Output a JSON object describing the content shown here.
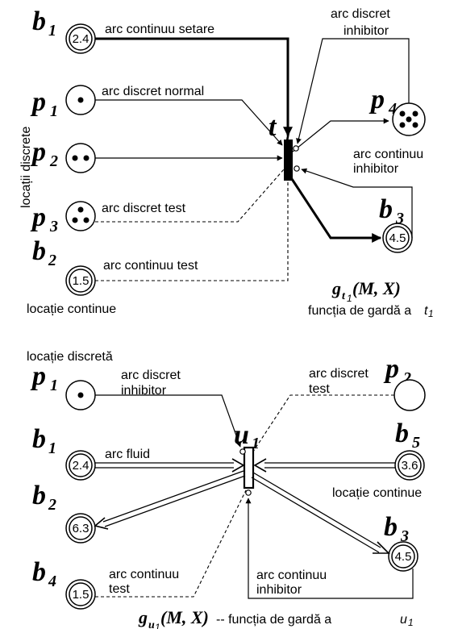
{
  "top": {
    "places": {
      "b1": {
        "letter": "b",
        "index": "1",
        "value": "2.4"
      },
      "p1": {
        "letter": "p",
        "index": "1"
      },
      "p2": {
        "letter": "p",
        "index": "2"
      },
      "p3": {
        "letter": "p",
        "index": "3"
      },
      "b2": {
        "letter": "b",
        "index": "2",
        "value": "1.5"
      },
      "p4": {
        "letter": "p",
        "index": "4"
      },
      "b3": {
        "letter": "b",
        "index": "3",
        "value": "4.5"
      }
    },
    "transition": {
      "letter": "t",
      "index": "1"
    },
    "labels": {
      "arc_continuu_setare": "arc continuu setare",
      "arc_discret_normal": "arc discret normal",
      "arc_discret_test": "arc discret test",
      "arc_continuu_test": "arc continuu test",
      "arc_discret_inhibitor_l1": "arc discret",
      "arc_discret_inhibitor_l2": "inhibitor",
      "arc_continuu_inhibitor_l1": "arc continuu",
      "arc_continuu_inhibitor_l2": "inhibitor",
      "locatii_discrete": "locații discrete",
      "locatie_continue": "locație continue",
      "guard_fn": "g",
      "guard_sub": "t",
      "guard_sub_idx": "1",
      "guard_args": "(M, X)",
      "guard_caption_prefix": "funcția de gardă a",
      "guard_caption_var": "t",
      "guard_caption_sub": "1"
    }
  },
  "bottom": {
    "places": {
      "p1": {
        "letter": "p",
        "index": "1"
      },
      "p2": {
        "letter": "p",
        "index": "2"
      },
      "b1": {
        "letter": "b",
        "index": "1",
        "value": "2.4"
      },
      "b2": {
        "letter": "b",
        "index": "2",
        "value": "6.3"
      },
      "b4": {
        "letter": "b",
        "index": "4",
        "value": "1.5"
      },
      "b5": {
        "letter": "b",
        "index": "5",
        "value": "3.6"
      },
      "b3": {
        "letter": "b",
        "index": "3",
        "value": "4.5"
      }
    },
    "transition": {
      "letter": "u",
      "index": "1"
    },
    "labels": {
      "locatie_discreta": "locație discretă",
      "arc_discret_inhibitor_l1": "arc discret",
      "arc_discret_inhibitor_l2": "inhibitor",
      "arc_discret_test_l1": "arc discret",
      "arc_discret_test_l2": "test",
      "arc_fluid": "arc fluid",
      "locatie_continue": "locație continue",
      "arc_continuu_test_l1": "arc continuu",
      "arc_continuu_test_l2": "test",
      "arc_continuu_inhibitor_l1": "arc continuu",
      "arc_continuu_inhibitor_l2": "inhibitor",
      "guard_fn": "g",
      "guard_sub": "u",
      "guard_sub_idx": "1",
      "guard_args": "(M, X)",
      "guard_caption_prefix": "-- funcția de gardă a",
      "guard_caption_var": "u",
      "guard_caption_sub": "1"
    }
  }
}
